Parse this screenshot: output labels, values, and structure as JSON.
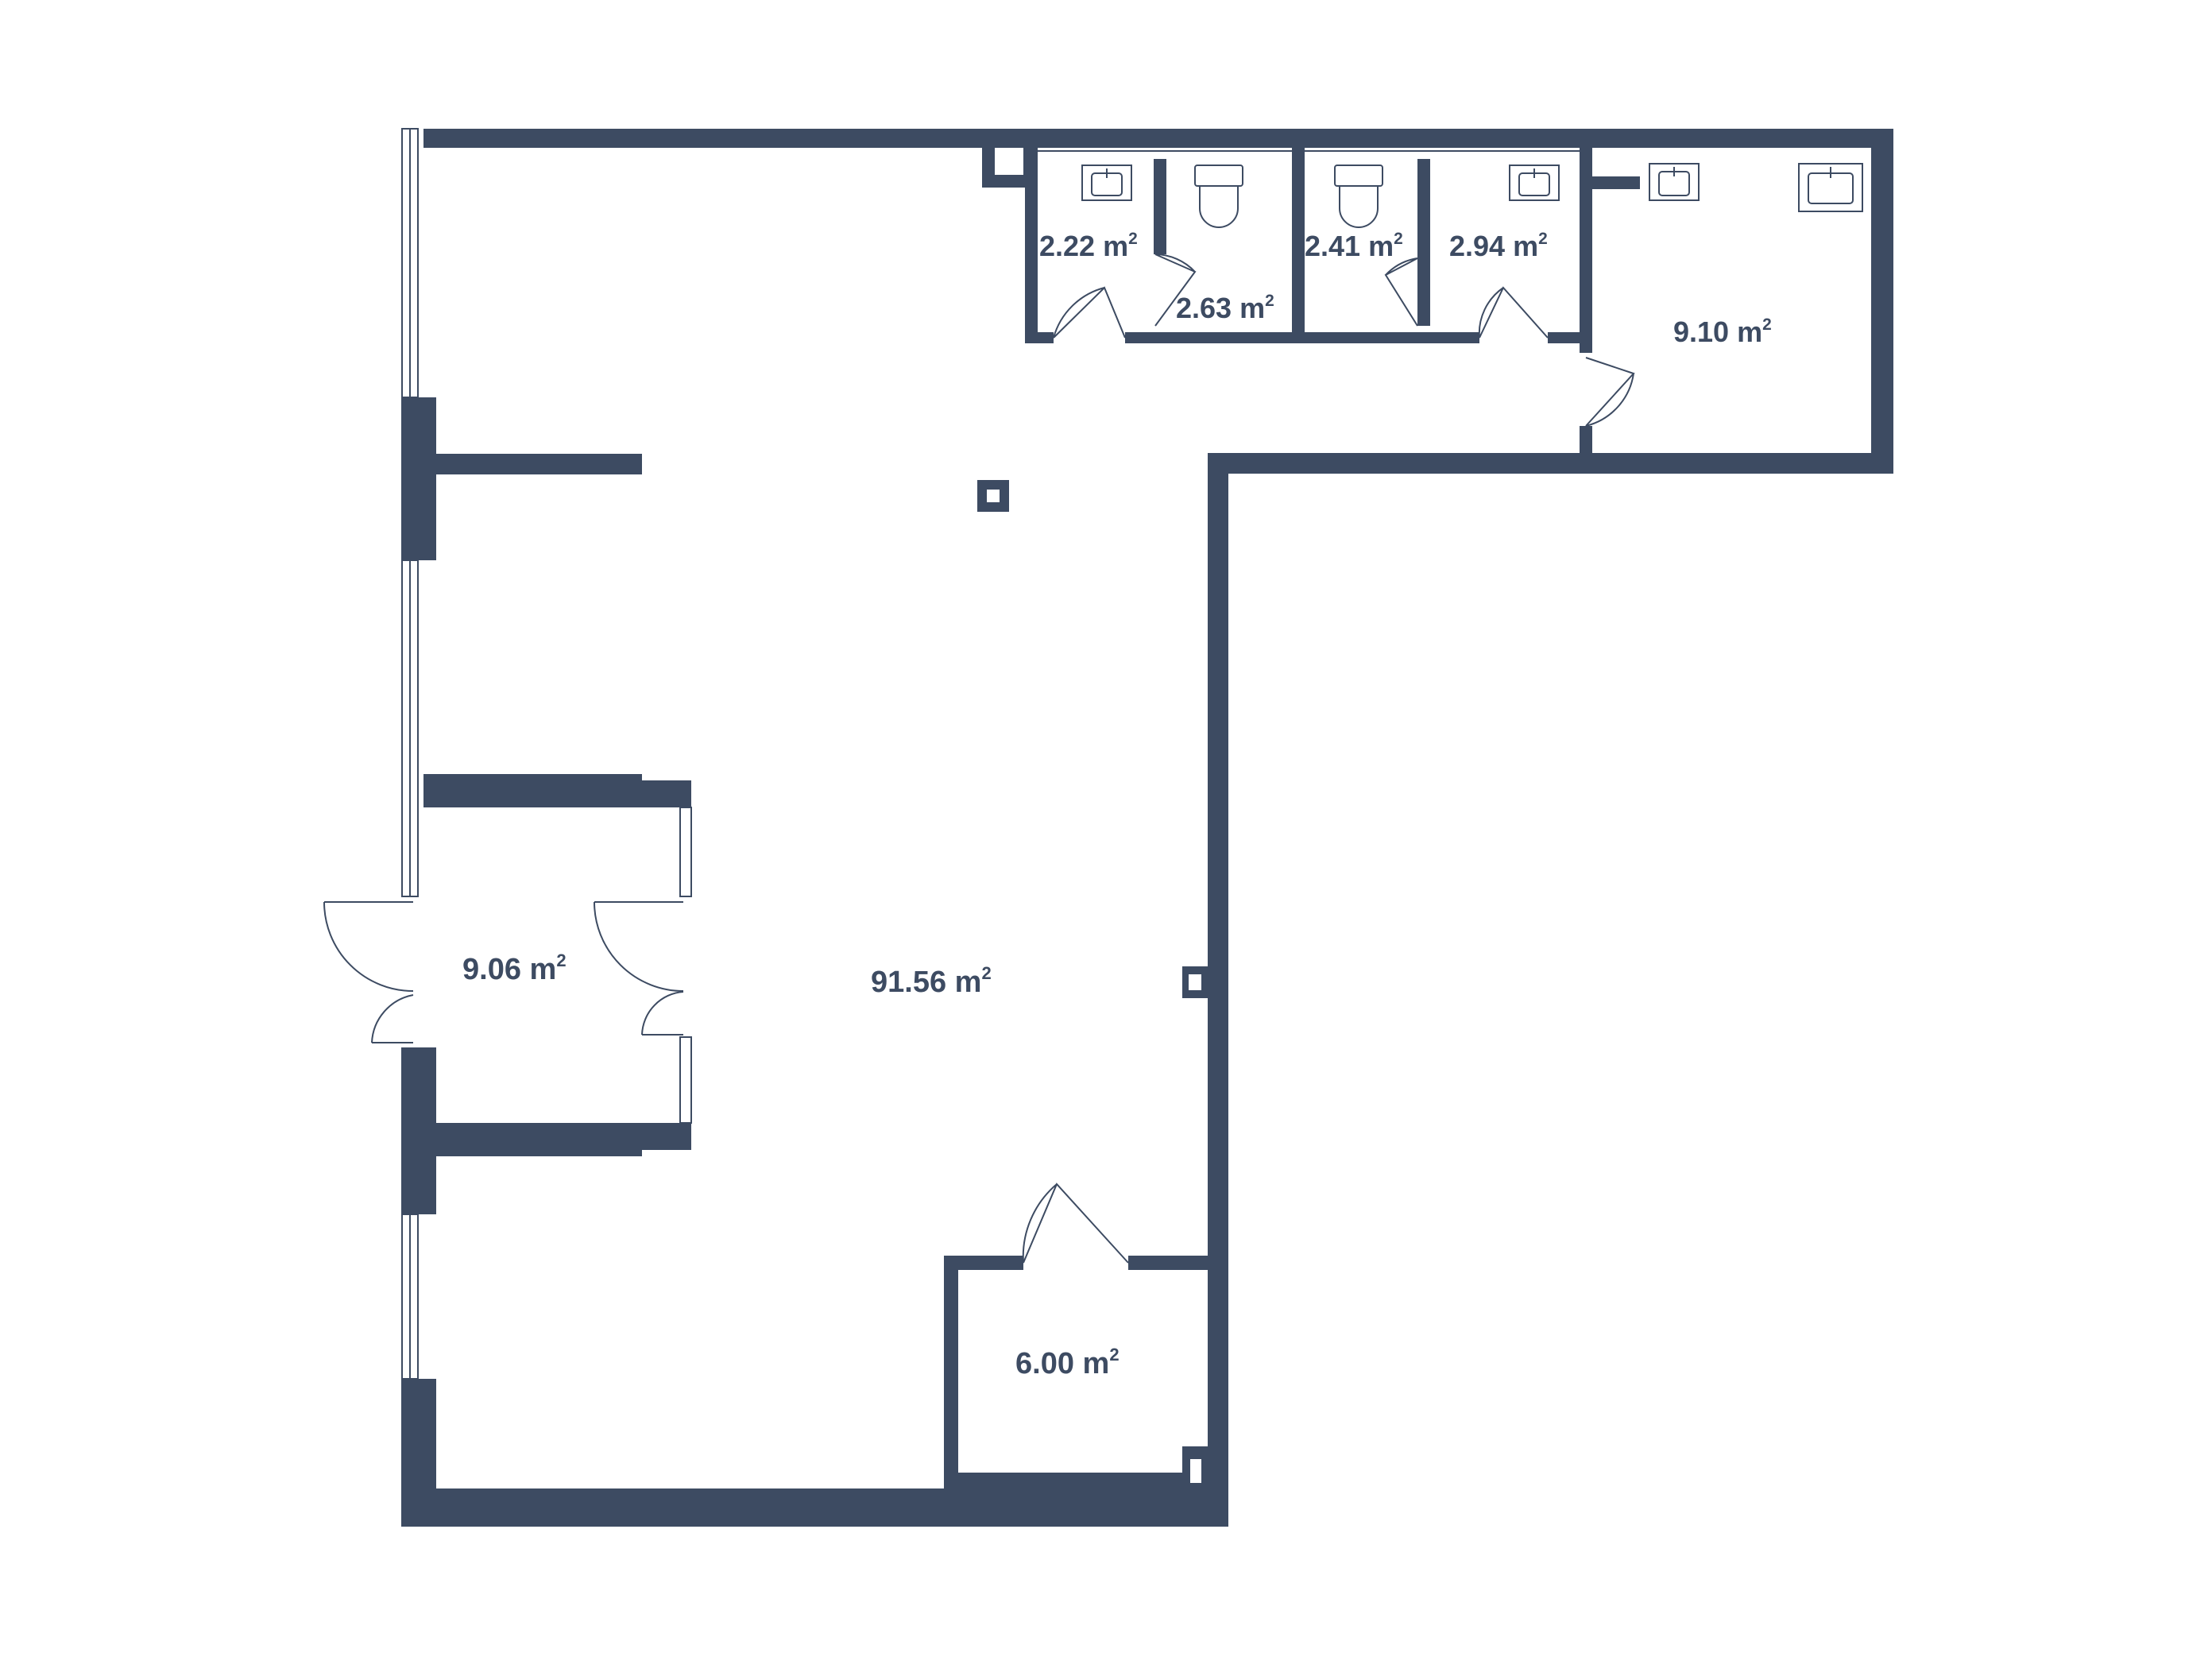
{
  "colors": {
    "wall": "#3d4b62",
    "line": "#3d4b62",
    "background": "#ffffff",
    "text": "#3d4b62"
  },
  "rooms": [
    {
      "id": "main-hall",
      "area": "91.56",
      "unit": "m",
      "exp": "2"
    },
    {
      "id": "entrance-vestibule",
      "area": "9.06",
      "unit": "m",
      "exp": "2"
    },
    {
      "id": "storage-room",
      "area": "6.00",
      "unit": "m",
      "exp": "2"
    },
    {
      "id": "washroom-large",
      "area": "9.10",
      "unit": "m",
      "exp": "2"
    },
    {
      "id": "wc-1",
      "area": "2.22",
      "unit": "m",
      "exp": "2"
    },
    {
      "id": "wc-2",
      "area": "2.63",
      "unit": "m",
      "exp": "2"
    },
    {
      "id": "wc-3",
      "area": "2.41",
      "unit": "m",
      "exp": "2"
    },
    {
      "id": "wc-4",
      "area": "2.94",
      "unit": "m",
      "exp": "2"
    }
  ],
  "fixtures": [
    {
      "type": "sink-icon"
    },
    {
      "type": "toilet-icon"
    },
    {
      "type": "toilet-icon"
    },
    {
      "type": "sink-icon"
    },
    {
      "type": "sink-icon"
    },
    {
      "type": "sink-icon"
    }
  ]
}
